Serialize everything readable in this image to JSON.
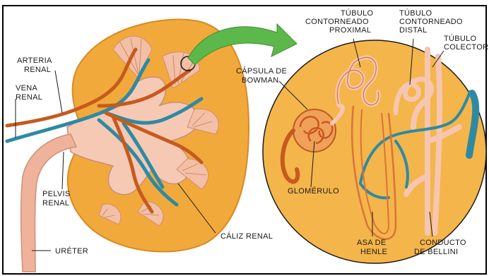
{
  "labels": {
    "arteria_renal": [
      "ARTERIA",
      "RENAL"
    ],
    "vena_renal": [
      "VENA",
      "RENAL"
    ],
    "pelvis_renal": [
      "PELVIS",
      "RENAL"
    ],
    "ureter": "URÉTER",
    "caliz_renal": "CÁLIZ RENAL",
    "capsula_bowman": [
      "CÁPSULA DE",
      "BOWMAN"
    ],
    "tubulo_proximal": [
      "TÚBULO",
      "CONTORNEADO",
      "PROXIMAL"
    ],
    "tubulo_distal": [
      "TÚBULO",
      "CONTORNEADO",
      "DISTAL"
    ],
    "tubulo_colector": [
      "TÚBULO",
      "COLECTOR"
    ],
    "glomerulo": "GLOMÉRULO",
    "asa_henle": [
      "ASA DE",
      "HENLE"
    ],
    "conducto_bellini": [
      "CONDUCTO",
      "DE BELLINI"
    ]
  },
  "colors": {
    "cortex": "#f2a93b",
    "cortex_edge": "#d98a22",
    "pelvis": "#f6c9b5",
    "artery": "#c65a1e",
    "vein": "#2e8aa3",
    "ureter": "#efb39c",
    "arrow": "#5cb84a",
    "nephron_bg": "#f4b54a",
    "tubule": "#d9743a",
    "tubule_light": "#f6c6b0",
    "frame": "#000000"
  }
}
